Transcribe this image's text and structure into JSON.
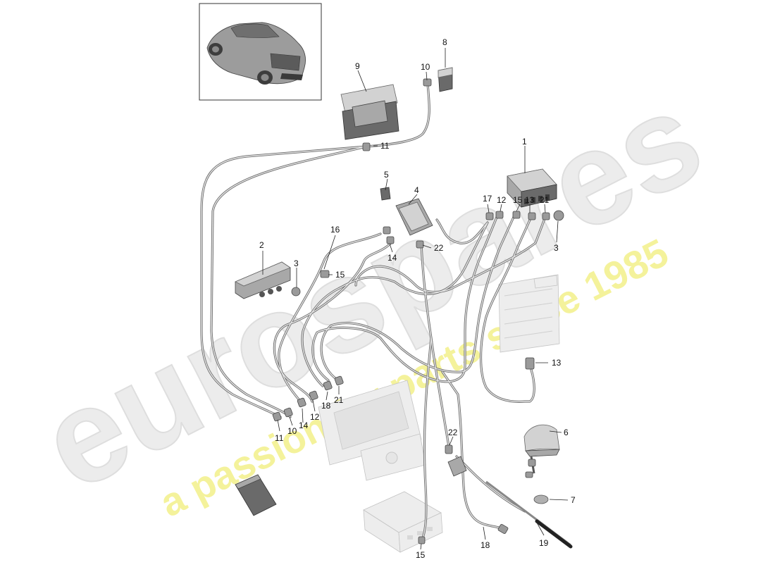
{
  "watermark": {
    "brand": "eurospares",
    "tagline": "a passion for parts since 1985"
  },
  "callouts": [
    {
      "id": "c1",
      "label": "1"
    },
    {
      "id": "c2",
      "label": "2"
    },
    {
      "id": "c3a",
      "label": "3"
    },
    {
      "id": "c3b",
      "label": "3"
    },
    {
      "id": "c4",
      "label": "4"
    },
    {
      "id": "c5",
      "label": "5"
    },
    {
      "id": "c6",
      "label": "6"
    },
    {
      "id": "c7",
      "label": "7"
    },
    {
      "id": "c8",
      "label": "8"
    },
    {
      "id": "c9",
      "label": "9"
    },
    {
      "id": "c10a",
      "label": "10"
    },
    {
      "id": "c10b",
      "label": "10"
    },
    {
      "id": "c11a",
      "label": "11"
    },
    {
      "id": "c11b",
      "label": "11"
    },
    {
      "id": "c12a",
      "label": "12"
    },
    {
      "id": "c12b",
      "label": "12"
    },
    {
      "id": "c13a",
      "label": "13"
    },
    {
      "id": "c13b",
      "label": "13"
    },
    {
      "id": "c14a",
      "label": "14"
    },
    {
      "id": "c14b",
      "label": "14"
    },
    {
      "id": "c15a",
      "label": "15"
    },
    {
      "id": "c15b",
      "label": "15"
    },
    {
      "id": "c15c",
      "label": "15"
    },
    {
      "id": "c16",
      "label": "16"
    },
    {
      "id": "c17",
      "label": "17"
    },
    {
      "id": "c18a",
      "label": "18"
    },
    {
      "id": "c18b",
      "label": "18"
    },
    {
      "id": "c19",
      "label": "19"
    },
    {
      "id": "c21a",
      "label": "21"
    },
    {
      "id": "c21b",
      "label": "21"
    },
    {
      "id": "c22a",
      "label": "22"
    },
    {
      "id": "c22b",
      "label": "22"
    }
  ],
  "colors": {
    "watermark_fill": "#ececec",
    "tagline": "#f3f08a",
    "wire": "#6d6d6d",
    "text": "#111111"
  },
  "icons": [
    "car-thumbnail-icon",
    "control-unit-icon",
    "antenna-amplifier-icon",
    "roof-antenna-icon",
    "display-unit-icon",
    "cable-connector-icon"
  ]
}
